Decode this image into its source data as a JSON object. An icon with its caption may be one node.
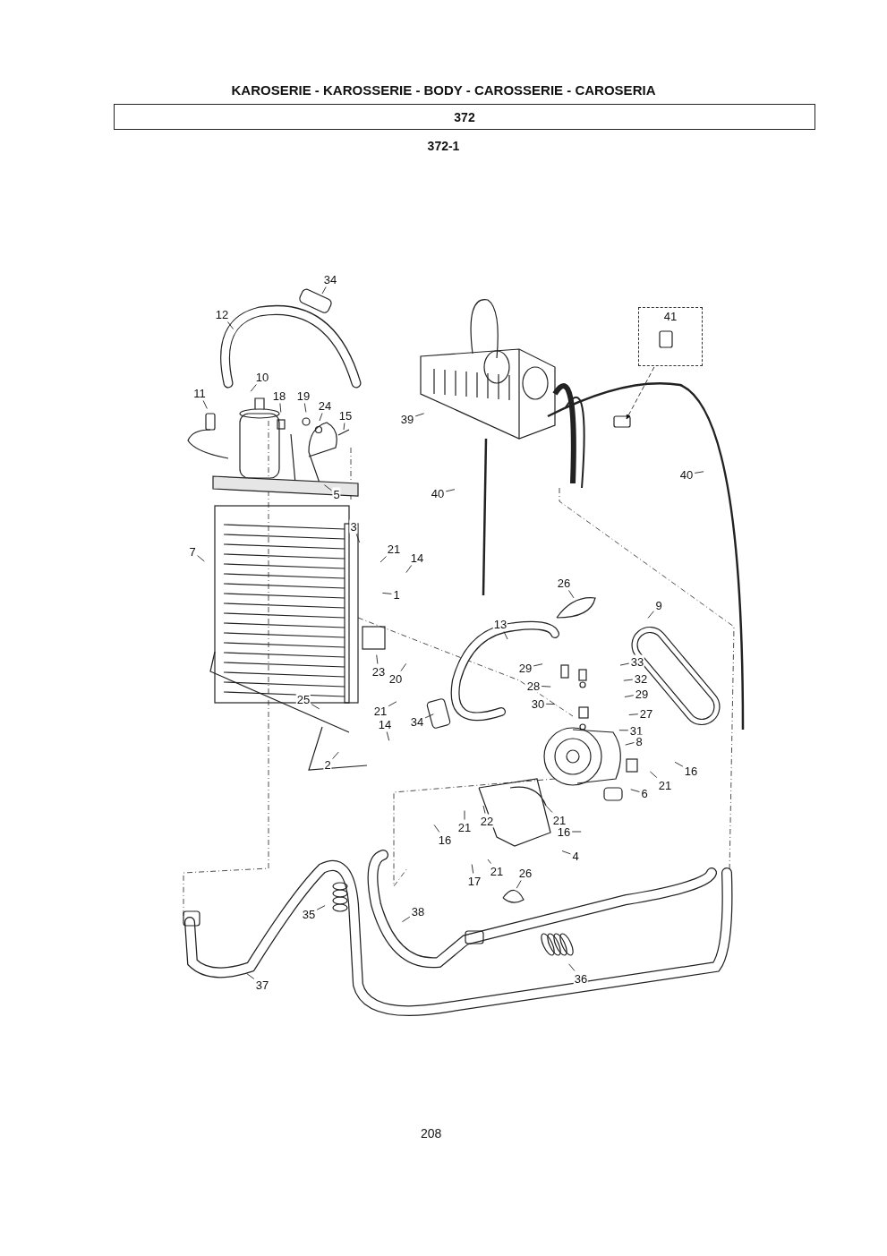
{
  "diagram": {
    "title": "KAROSERIE - KAROSSERIE - BODY - CAROSSERIE - CAROSERIA",
    "nodes": [
      {
        "text": [
          "372"
        ]
      },
      {
        "text": [
          "34"
        ]
      },
      {
        "text": [
          "12"
        ]
      },
      {
        "text": [
          "41"
        ]
      },
      {
        "text": [
          "10"
        ]
      },
      {
        "text": [
          "11"
        ]
      },
      {
        "text": [
          "18"
        ]
      },
      {
        "text": [
          "19"
        ]
      },
      {
        "text": [
          "24"
        ]
      },
      {
        "text": [
          "15"
        ]
      },
      {
        "text": [
          "39"
        ]
      },
      {
        "text": [
          "5"
        ]
      },
      {
        "text": [
          "40"
        ]
      },
      {
        "text": [
          "40"
        ]
      },
      {
        "text": [
          "3"
        ]
      },
      {
        "text": [
          "21"
        ]
      },
      {
        "text": [
          "14"
        ]
      },
      {
        "text": [
          "7"
        ]
      },
      {
        "text": [
          "1"
        ]
      },
      {
        "text": [
          "26"
        ]
      },
      {
        "text": [
          "9"
        ]
      },
      {
        "text": [
          "13"
        ]
      },
      {
        "text": [
          "33"
        ]
      },
      {
        "text": [
          "29"
        ]
      },
      {
        "text": [
          "28"
        ]
      },
      {
        "text": [
          "32"
        ]
      },
      {
        "text": [
          "23"
        ]
      },
      {
        "text": [
          "29"
        ]
      },
      {
        "text": [
          "20"
        ]
      },
      {
        "text": [
          "30"
        ]
      },
      {
        "text": [
          "27"
        ]
      },
      {
        "text": [
          "25"
        ]
      },
      {
        "text": [
          "21"
        ]
      },
      {
        "text": [
          "34"
        ]
      },
      {
        "text": [
          "14"
        ]
      },
      {
        "text": [
          "31"
        ]
      },
      {
        "text": [
          "8"
        ]
      },
      {
        "text": [
          "2"
        ]
      },
      {
        "text": [
          "16"
        ]
      },
      {
        "text": [
          "21"
        ]
      },
      {
        "text": [
          "6"
        ]
      },
      {
        "text": [
          "22"
        ]
      },
      {
        "text": [
          "21"
        ]
      },
      {
        "text": [
          "21"
        ]
      },
      {
        "text": [
          "16"
        ]
      },
      {
        "text": [
          "16"
        ]
      },
      {
        "text": [
          "4"
        ]
      },
      {
        "text": [
          "21"
        ]
      },
      {
        "text": [
          "26"
        ]
      },
      {
        "text": [
          "17"
        ]
      },
      {
        "text": [
          "38"
        ]
      },
      {
        "text": [
          "35"
        ]
      },
      {
        "text": [
          "36"
        ]
      },
      {
        "text": [
          "37"
        ]
      }
    ],
    "edges": [
      {
        "from": 1,
        "to": null,
        "arrow": "none"
      },
      {
        "from": 2,
        "to": null,
        "arrow": "none"
      },
      {
        "from": 3,
        "to": null,
        "arrow": "to",
        "style": "dashed"
      },
      {
        "from": 4,
        "to": null,
        "arrow": "none"
      },
      {
        "from": 5,
        "to": null,
        "arrow": "none"
      },
      {
        "from": 6,
        "to": null,
        "arrow": "none"
      },
      {
        "from": 7,
        "to": null,
        "arrow": "none"
      },
      {
        "from": 8,
        "to": null,
        "arrow": "none"
      },
      {
        "from": 9,
        "to": null,
        "arrow": "none"
      },
      {
        "from": 10,
        "to": null,
        "arrow": "none"
      },
      {
        "from": 11,
        "to": null,
        "arrow": "none"
      },
      {
        "from": 12,
        "to": null,
        "arrow": "none"
      },
      {
        "from": 13,
        "to": null,
        "arrow": "none"
      },
      {
        "from": 14,
        "to": null,
        "arrow": "none"
      },
      {
        "from": 15,
        "to": null,
        "arrow": "none"
      },
      {
        "from": 16,
        "to": null,
        "arrow": "none"
      },
      {
        "from": 17,
        "to": null,
        "arrow": "none"
      },
      {
        "from": 18,
        "to": null,
        "arrow": "none"
      },
      {
        "from": 19,
        "to": null,
        "arrow": "none"
      },
      {
        "from": 20,
        "to": null,
        "arrow": "none"
      },
      {
        "from": 21,
        "to": null,
        "arrow": "none"
      },
      {
        "from": 22,
        "to": null,
        "arrow": "none"
      },
      {
        "from": 23,
        "to": null,
        "arrow": "none"
      },
      {
        "from": 24,
        "to": null,
        "arrow": "none"
      },
      {
        "from": 25,
        "to": null,
        "arrow": "none"
      },
      {
        "from": 26,
        "to": null,
        "arrow": "none"
      },
      {
        "from": 27,
        "to": null,
        "arrow": "none"
      },
      {
        "from": 28,
        "to": null,
        "arrow": "none"
      },
      {
        "from": 29,
        "to": null,
        "arrow": "none"
      },
      {
        "from": 30,
        "to": null,
        "arrow": "none"
      },
      {
        "from": 31,
        "to": null,
        "arrow": "none"
      },
      {
        "from": 32,
        "to": null,
        "arrow": "none"
      },
      {
        "from": 33,
        "to": null,
        "arrow": "none"
      },
      {
        "from": 34,
        "to": null,
        "arrow": "none"
      },
      {
        "from": 35,
        "to": null,
        "arrow": "none"
      },
      {
        "from": 36,
        "to": null,
        "arrow": "none"
      },
      {
        "from": 37,
        "to": null,
        "arrow": "none"
      },
      {
        "from": 38,
        "to": null,
        "arrow": "none"
      },
      {
        "from": 39,
        "to": null,
        "arrow": "none"
      },
      {
        "from": 40,
        "to": null,
        "arrow": "none"
      },
      {
        "from": 41,
        "to": null,
        "arrow": "none"
      },
      {
        "from": 42,
        "to": null,
        "arrow": "none"
      },
      {
        "from": 43,
        "to": null,
        "arrow": "none"
      },
      {
        "from": 44,
        "to": null,
        "arrow": "none"
      },
      {
        "from": 45,
        "to": null,
        "arrow": "none"
      },
      {
        "from": 46,
        "to": null,
        "arrow": "none"
      },
      {
        "from": 47,
        "to": null,
        "arrow": "none"
      },
      {
        "from": 48,
        "to": null,
        "arrow": "none"
      },
      {
        "from": 49,
        "to": null,
        "arrow": "none"
      },
      {
        "from": 50,
        "to": null,
        "arrow": "none"
      },
      {
        "from": 51,
        "to": null,
        "arrow": "none"
      },
      {
        "from": 52,
        "to": null,
        "arrow": "none"
      },
      {
        "from": 53,
        "to": null,
        "arrow": "none"
      }
    ],
    "labels": [
      "372-1",
      "208"
    ]
  }
}
